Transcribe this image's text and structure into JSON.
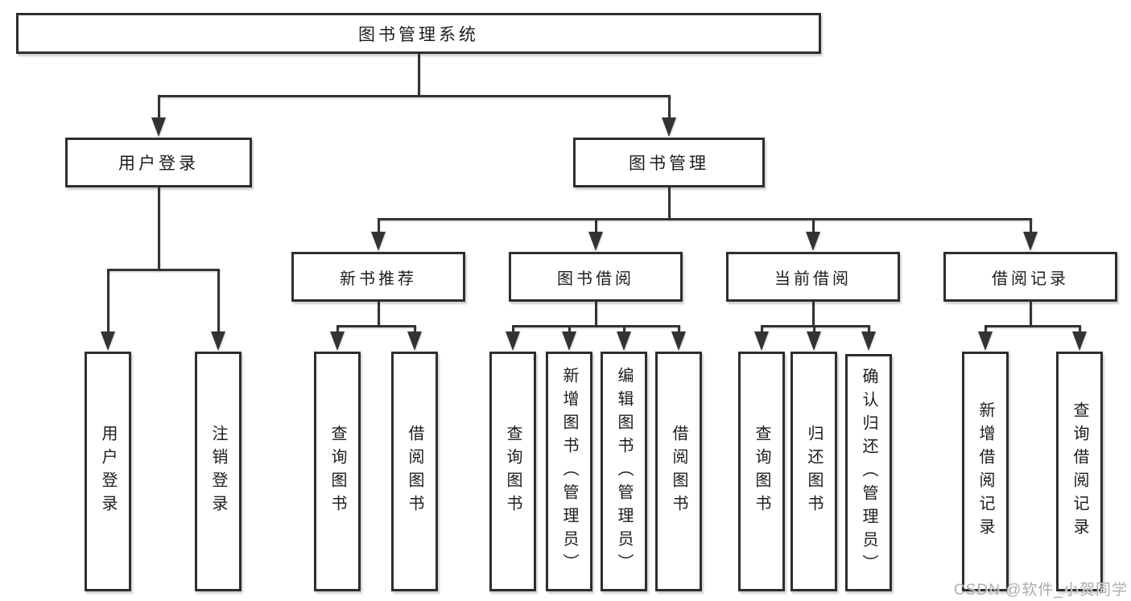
{
  "diagram_title": "图书管理系统",
  "colors": {
    "line": "#333333",
    "box_border": "#2e2e2e",
    "box_fill": "#ffffff",
    "text": "#1c1c1c",
    "watermark": "#adadad",
    "background": "#ffffff"
  },
  "tree": {
    "root": {
      "label": "图书管理系统"
    },
    "level2": [
      {
        "label": "用户登录"
      },
      {
        "label": "图书管理"
      }
    ],
    "level3": [
      {
        "label": "新书推荐"
      },
      {
        "label": "图书借阅"
      },
      {
        "label": "当前借阅"
      },
      {
        "label": "借阅记录"
      }
    ],
    "leaves": {
      "user_login": [
        {
          "label": "用户登录"
        },
        {
          "label": "注销登录"
        }
      ],
      "new_book": [
        {
          "label": "查询图书"
        },
        {
          "label": "借阅图书"
        }
      ],
      "book_borrow": [
        {
          "label": "查询图书"
        },
        {
          "label": "新增图书（管理员）"
        },
        {
          "label": "编辑图书（管理员）"
        },
        {
          "label": "借阅图书"
        }
      ],
      "current_borrow": [
        {
          "label": "查询图书"
        },
        {
          "label": "归还图书"
        },
        {
          "label": "确认归还（管理员）"
        }
      ],
      "borrow_records": [
        {
          "label": "新增借阅记录"
        },
        {
          "label": "查询借阅记录"
        }
      ]
    }
  },
  "watermark": {
    "text": "CSDN @软件_小贺同学"
  }
}
